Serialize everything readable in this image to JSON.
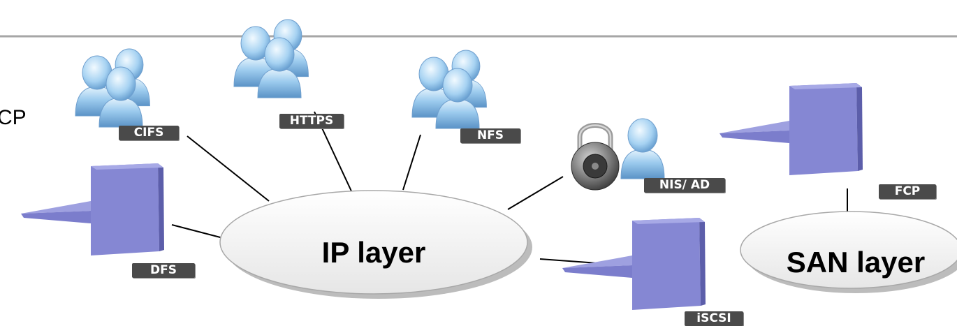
{
  "diagram": {
    "nodes": {
      "ip_layer": "IP layer",
      "san_layer": "SAN layer"
    },
    "labels": {
      "cifs": "CIFS",
      "https": "HTTPS",
      "nfs": "NFS",
      "nis_ad": "NIS/ AD",
      "fcp": "FCP",
      "dfs": "DFS",
      "iscsi": "iSCSI"
    },
    "clipped_text": "CP"
  },
  "colors": {
    "server": "#8a8cd4",
    "user": "#8cc2ea",
    "label_bg": "#4a4a4a",
    "ellipse": "#f2f2f2"
  },
  "icons": [
    "user-group-icon",
    "server-icon",
    "padlock-icon"
  ]
}
